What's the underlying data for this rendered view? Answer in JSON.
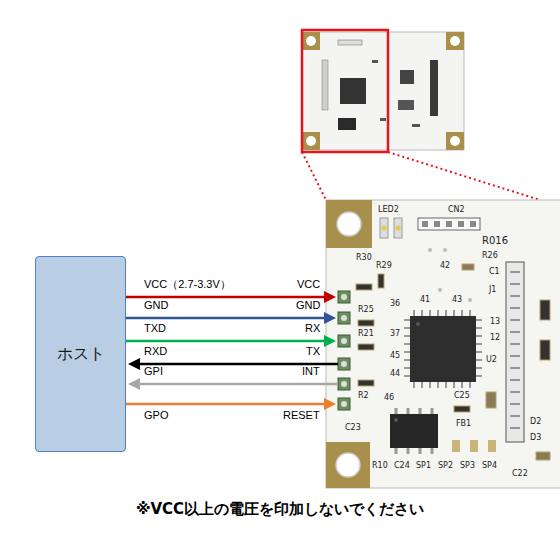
{
  "diagram": {
    "caption": "※VCC以上の電圧を印加しないでください",
    "nodes": [
      {
        "text": [
          "ホスト"
        ]
      }
    ],
    "labels": [
      "VCC（2.7-3.3V）",
      "GND",
      "TXD",
      "RXD",
      "GPI",
      "GPO",
      "VCC",
      "GND",
      "RX",
      "TX",
      "INT",
      "RESET",
      "LED2",
      "CN2",
      "R016",
      "R26",
      "R30",
      "R29",
      "R25",
      "R21",
      "R2",
      "C23",
      "36",
      "37",
      "45",
      "44",
      "42",
      "41",
      "43",
      "46",
      "13",
      "12",
      "C1",
      "J1",
      "U2",
      "C25",
      "FB1",
      "D2",
      "D3",
      "R10",
      "C24",
      "SP1",
      "SP2",
      "SP3",
      "SP4",
      "C22"
    ]
  }
}
